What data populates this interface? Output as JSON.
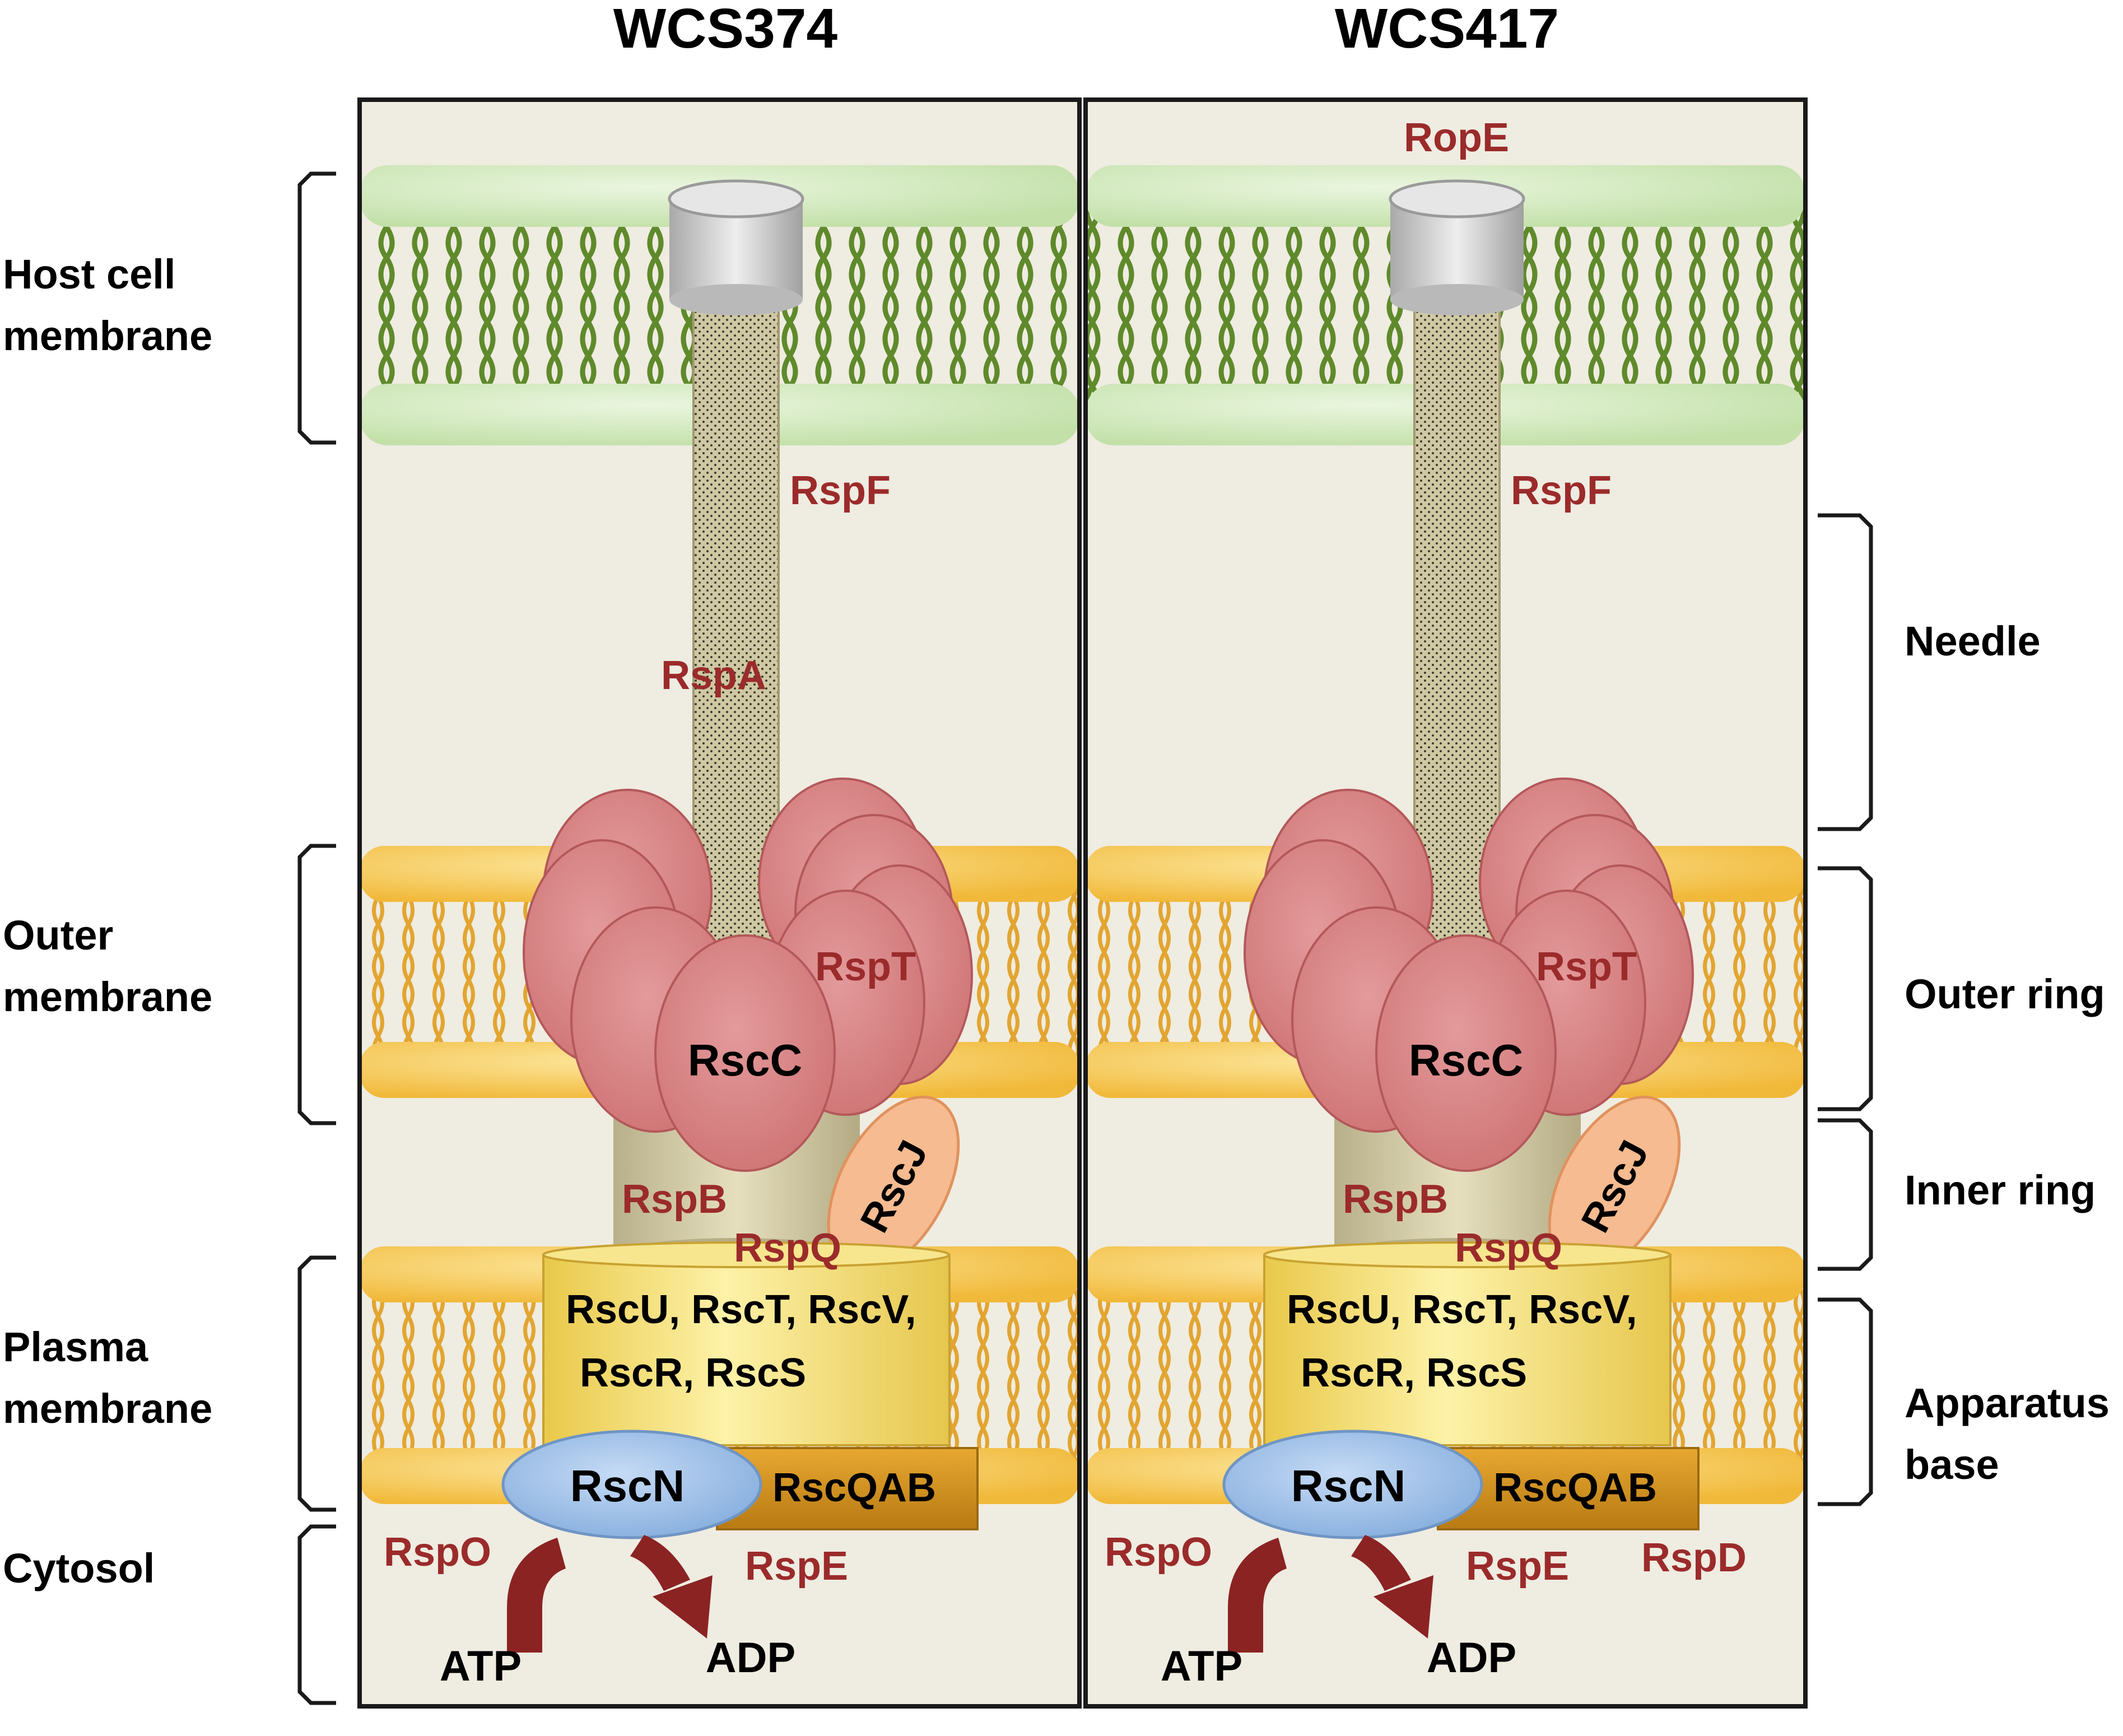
{
  "titles": {
    "left": "WCS374",
    "right": "WCS417"
  },
  "left_labels": {
    "host": [
      "Host cell",
      "membrane"
    ],
    "outer": [
      "Outer",
      "membrane"
    ],
    "plasma": [
      "Plasma",
      "membrane"
    ],
    "cytosol": "Cytosol"
  },
  "right_labels": {
    "needle": "Needle",
    "outer_ring": "Outer ring",
    "inner_ring": "Inner ring",
    "apparatus": [
      "Apparatus",
      "base"
    ]
  },
  "panel_left": {
    "needle_tip": "RspF",
    "needle_mid": "RspA",
    "secretin_side": "RspT",
    "secretin": "RscC",
    "inner_ring": "RspB",
    "lipoprotein": "RscJ",
    "base_side": "RspQ",
    "base_line1": "RscU, RscT, RscV,",
    "base_line2": "RscR, RscS",
    "atpase": "RscN",
    "stalk": "RscQAB",
    "cyto_left": "RspO",
    "cyto_right": "RspE",
    "atp": "ATP",
    "adp": "ADP"
  },
  "panel_right": {
    "translocon": "RopE",
    "needle_tip": "RspF",
    "secretin_side": "RspT",
    "secretin": "RscC",
    "inner_ring": "RspB",
    "lipoprotein": "RscJ",
    "base_side": "RspQ",
    "base_line1": "RscU, RscT, RscV,",
    "base_line2": "RscR, RscS",
    "atpase": "RscN",
    "stalk": "RscQAB",
    "cyto_left": "RspO",
    "cyto_right": "RspE",
    "cyto_extra": "RspD",
    "atp": "ATP",
    "adp": "ADP"
  },
  "colors": {
    "background": "#efece1",
    "host_membrane": "#d6edc3",
    "host_tail": "#5f8a2b",
    "bacterial_membrane": "#f4c24a",
    "bacterial_tail": "#e2a530",
    "secretin": "#d67d7e",
    "needle": "#c8c09a",
    "base": "#f4e37f",
    "atpase": "#9dbde8",
    "stalk": "#d99a20",
    "arrow": "#8b2323",
    "protein_label": "#9b2b2b"
  }
}
